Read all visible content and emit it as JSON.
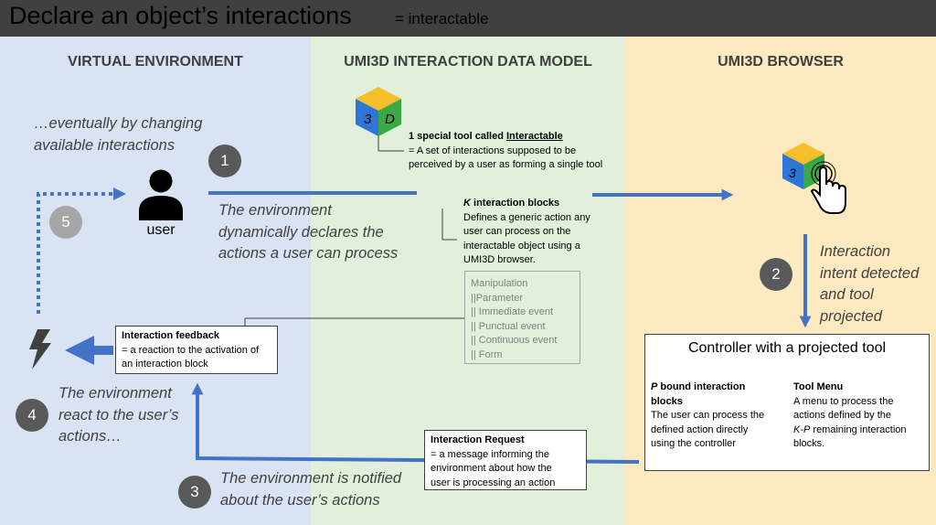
{
  "title": {
    "main": "Declare an object’s interactions",
    "sub": "= interactable"
  },
  "columns": {
    "virtual_environment": "VIRTUAL ENVIRONMENT",
    "data_model": "UMI3D INTERACTION DATA MODEL",
    "browser": "UMI3D BROWSER"
  },
  "steps": [
    "1",
    "2",
    "3",
    "4",
    "5"
  ],
  "user_label": "user",
  "texts": {
    "eventually": [
      "…eventually by changing",
      "available interactions"
    ],
    "declares": [
      "The environment",
      "dynamically declares the",
      "actions a user can process"
    ],
    "intent": [
      "Interaction",
      "intent detected",
      "and tool",
      "projected"
    ],
    "react": [
      "The environment",
      "react to the user’s",
      "actions…"
    ],
    "notified": [
      "The environment is notified",
      "about the user’s actions"
    ]
  },
  "cube_letters": {
    "left": "3",
    "right": "D"
  },
  "interactable_note": {
    "prefix": "1 special tool called ",
    "keyword": "Interactable",
    "desc": [
      "= A set of interactions supposed to be",
      "perceived by a user as forming a single tool"
    ]
  },
  "interaction_blocks": {
    "heading_k": "K",
    "heading_rest": " interaction blocks",
    "desc": [
      "Defines a generic action any",
      "user can process on the",
      "interactable object using a",
      "UMI3D browser."
    ]
  },
  "block_types": [
    "Manipulation",
    "||Parameter",
    "|| Immediate event",
    "|| Punctual event",
    "|| Continuous event",
    "|| Form"
  ],
  "feedback_box": {
    "title": "Interaction feedback",
    "desc": [
      "= a reaction to the activation of",
      "an interaction block"
    ]
  },
  "request_box": {
    "title": "Interaction Request",
    "desc": [
      "= a message informing the",
      "environment about how the",
      "user is processing an action"
    ]
  },
  "controller_box": {
    "title": "Controller with a projected tool",
    "bound_p": "P",
    "bound_rest": " bound interaction",
    "bound_rest2": "blocks",
    "bound_desc": [
      "The user can process the",
      "defined action directly",
      "using the controller"
    ],
    "menu_title": "Tool Menu",
    "menu_desc": [
      "A menu to process the",
      "actions defined by the"
    ],
    "menu_kp": "K-P",
    "menu_desc_end": " remaining interaction",
    "menu_desc_last": "blocks."
  },
  "colors": {
    "arrow": "#4472c4",
    "ve_bg": "#dae3f3",
    "dm_bg": "#e2efda",
    "br_bg": "#fde9c0",
    "title_bg": "#404040",
    "step_circle": "#595959",
    "step_circle_light": "#a6a6a6",
    "cube_top": "#f5bf2c",
    "cube_left": "#2e75d6",
    "cube_right": "#3aa845"
  },
  "icons": [
    "user-icon",
    "lightning-icon",
    "cube-icon",
    "cube-touch-icon"
  ]
}
